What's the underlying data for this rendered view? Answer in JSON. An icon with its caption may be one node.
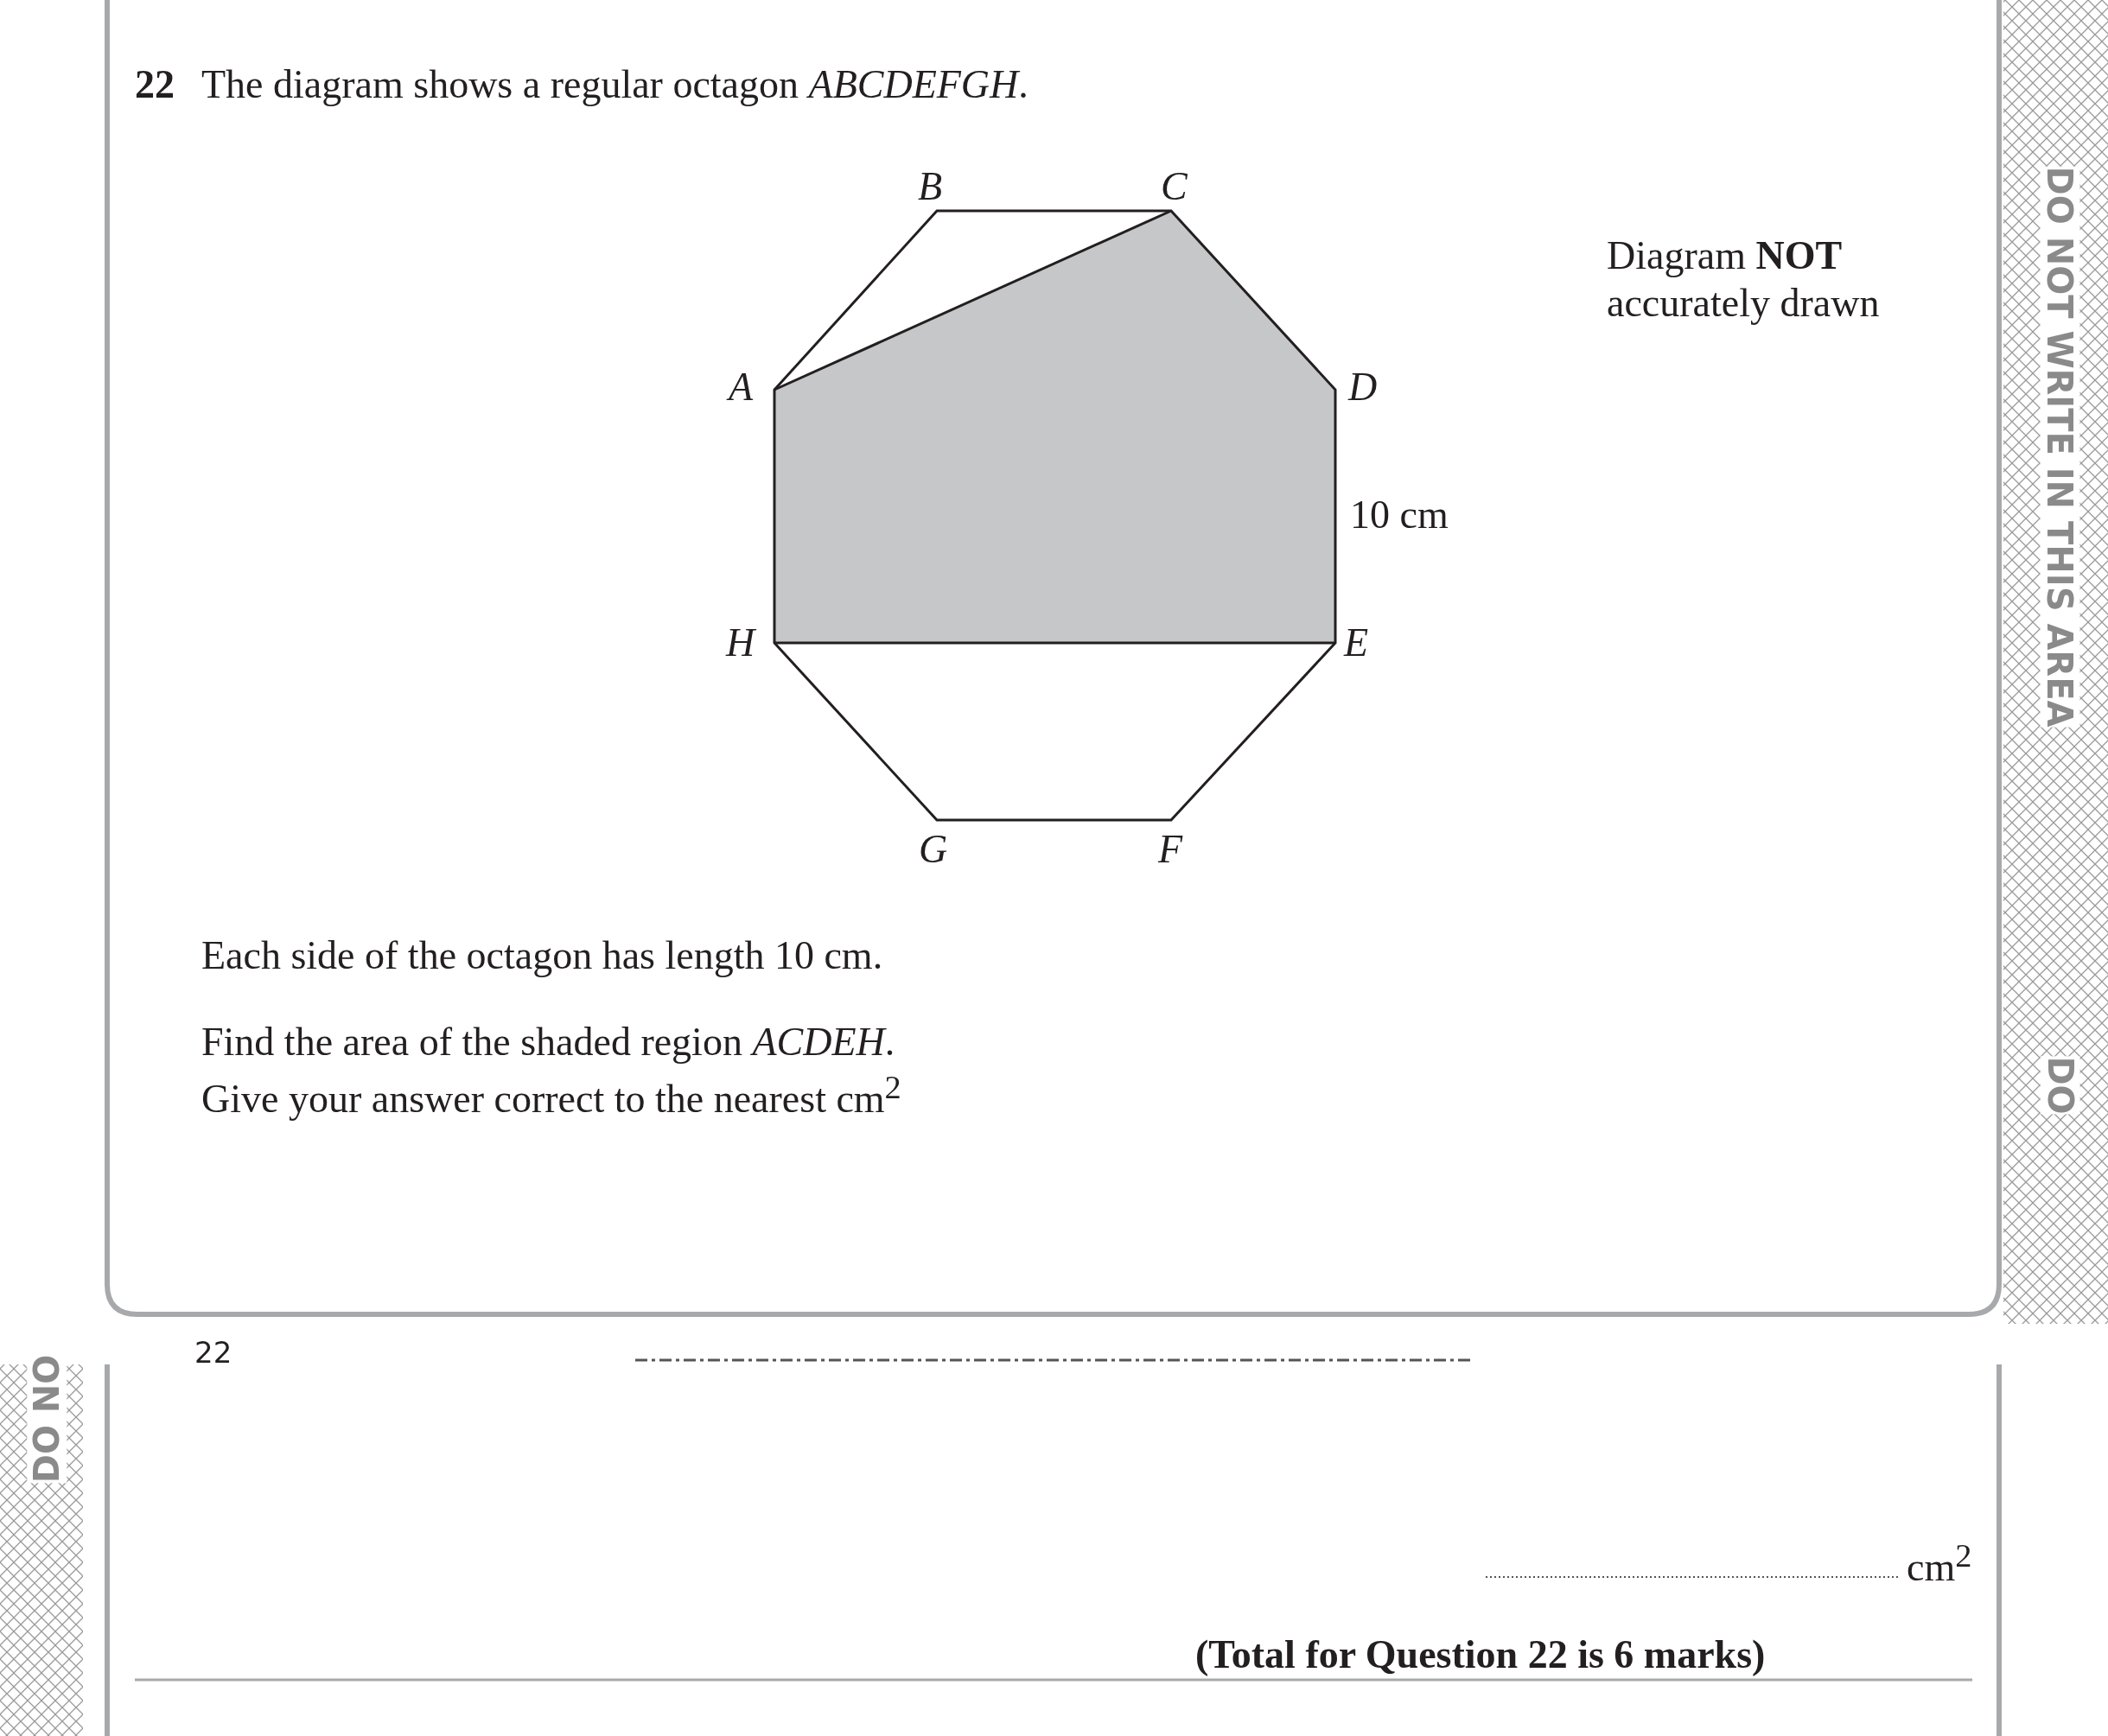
{
  "diagram": {
    "labels": [
      "22",
      "The diagram shows a regular octagon *ABCDEFGH*.",
      "B",
      "C",
      "Diagram **NOT** accurately drawn",
      "A",
      "D",
      "10 cm",
      "H",
      "E",
      "G",
      "F",
      "Each side of the octagon has length 10 cm.",
      "Find the area of the shaded region *ACDEH*.",
      "Give your answer correct to the nearest cm$^{2}$",
      "22",
      "cm$^{2}$",
      "(Total for Question 22 is 6 marks)",
      "DO NOT WRITE IN THIS AREA",
      "DO",
      "DO NO"
    ]
  }
}
